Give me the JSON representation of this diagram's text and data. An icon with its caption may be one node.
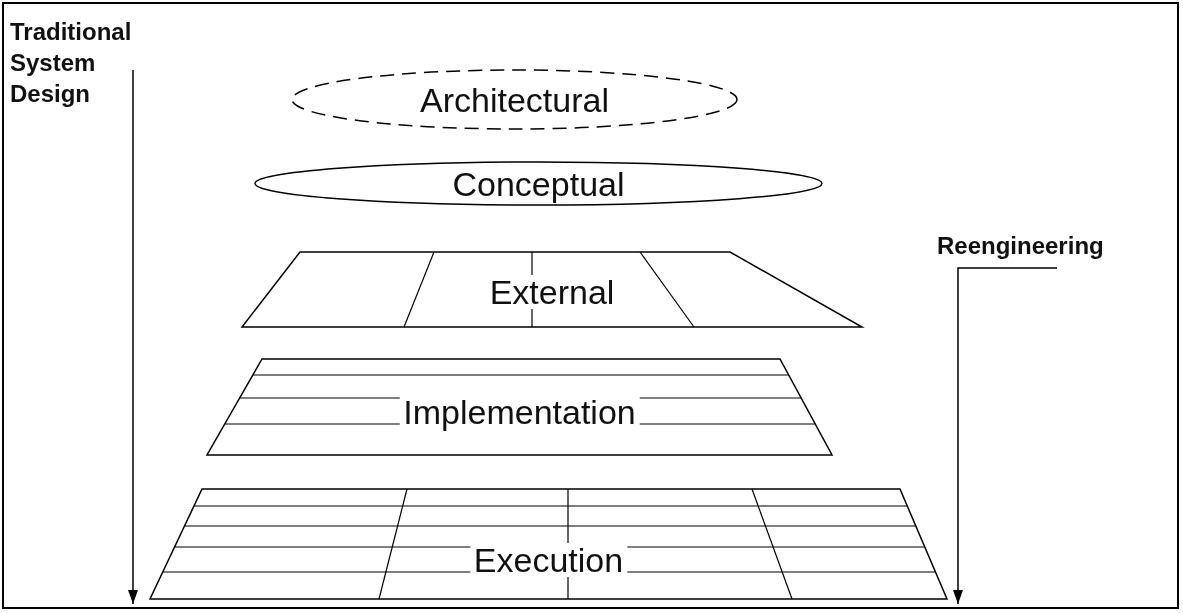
{
  "diagram": {
    "nodes": [
      {
        "text": [
          "Architectural"
        ]
      },
      {
        "text": [
          "Conceptual"
        ]
      },
      {
        "text": [
          "External"
        ]
      },
      {
        "text": [
          "Implementation"
        ]
      },
      {
        "text": [
          "Execution"
        ]
      }
    ],
    "labels": [
      "Traditional System Design",
      "Reengineering"
    ]
  }
}
